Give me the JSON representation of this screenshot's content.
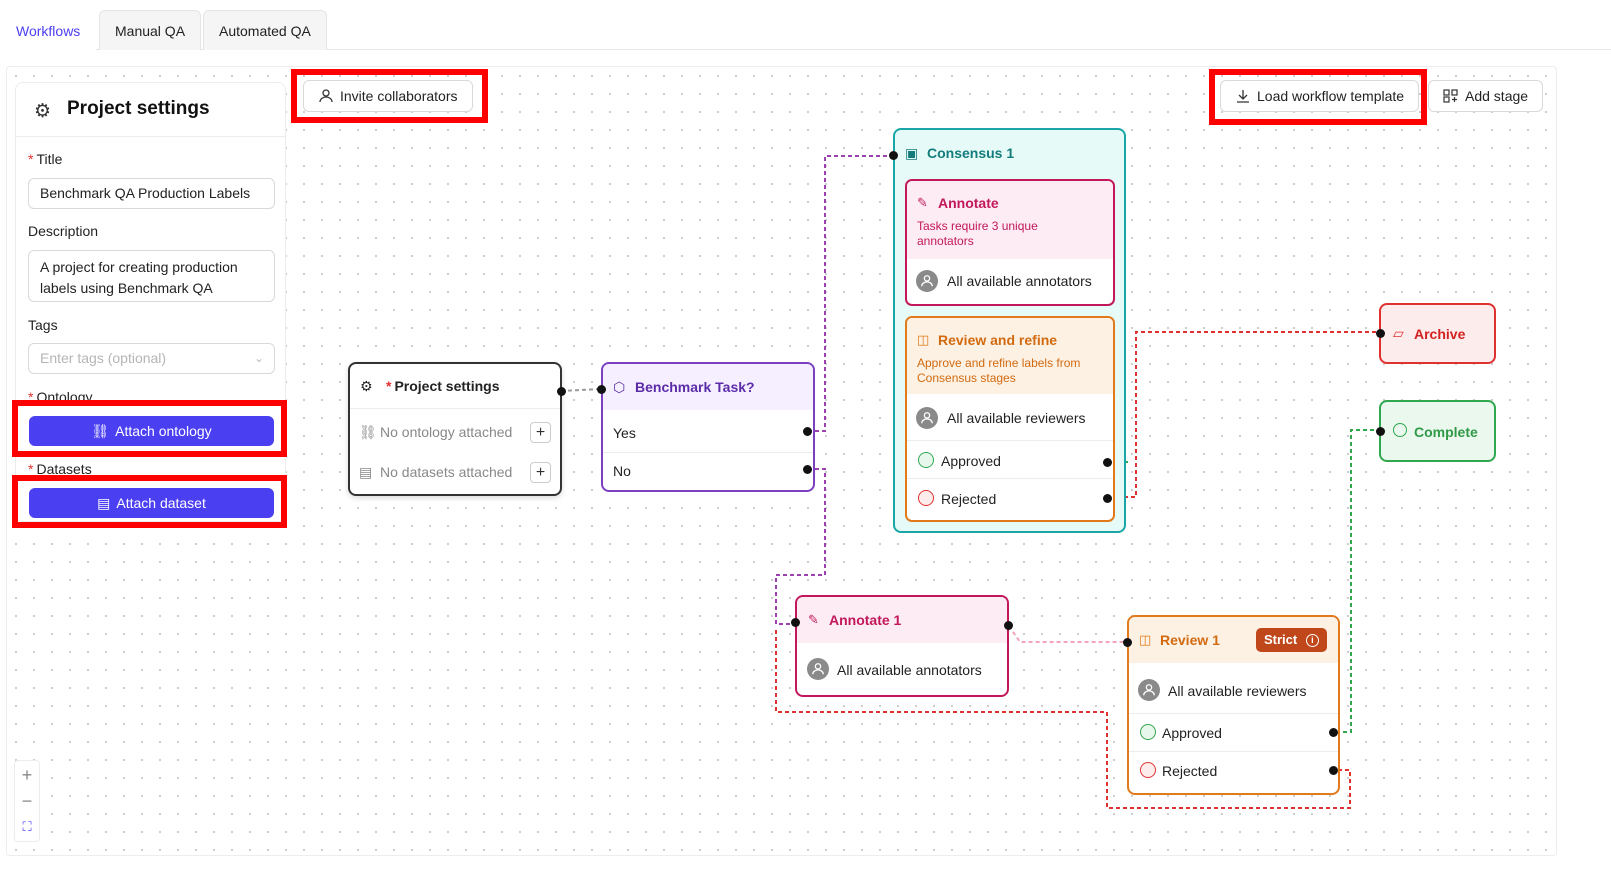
{
  "tabs": [
    "Workflows",
    "Manual QA",
    "Automated QA"
  ],
  "panel": {
    "title": "Project settings",
    "title_label": "Title",
    "title_value": "Benchmark QA Production Labels",
    "description_label": "Description",
    "description_value": "A project for creating production labels using Benchmark QA",
    "tags_label": "Tags",
    "tags_placeholder": "Enter tags (optional)",
    "ontology_label": "Ontology",
    "ontology_button": "Attach ontology",
    "datasets_label": "Datasets",
    "datasets_button": "Attach dataset"
  },
  "toolbar": {
    "invite": "Invite collaborators",
    "load_template": "Load workflow template",
    "add_stage": "Add stage"
  },
  "nodes": {
    "settings": {
      "title": "Project settings",
      "ontology": "No ontology attached",
      "datasets": "No datasets attached"
    },
    "benchmark": {
      "title": "Benchmark Task?",
      "yes": "Yes",
      "no": "No"
    },
    "consensus": {
      "title": "Consensus 1",
      "annotate_title": "Annotate",
      "annotate_sub": "Tasks require 3 unique annotators",
      "annotate_assignee": "All available annotators",
      "review_title": "Review and refine",
      "review_sub": "Approve and refine labels from Consensus stages",
      "review_assignee": "All available reviewers",
      "approved": "Approved",
      "rejected": "Rejected"
    },
    "archive": {
      "title": "Archive"
    },
    "complete": {
      "title": "Complete"
    },
    "annotate1": {
      "title": "Annotate 1",
      "assignee": "All available annotators"
    },
    "review1": {
      "title": "Review 1",
      "badge": "Strict",
      "assignee": "All available reviewers",
      "approved": "Approved",
      "rejected": "Rejected"
    }
  },
  "colors": {
    "accent": "#4b3ff2",
    "annotate": "#c2185b",
    "review": "#e07a1a",
    "consensus": "#1aa6a6",
    "archive": "#e03131",
    "complete": "#2fa84f",
    "highlight": "#ff0000"
  }
}
